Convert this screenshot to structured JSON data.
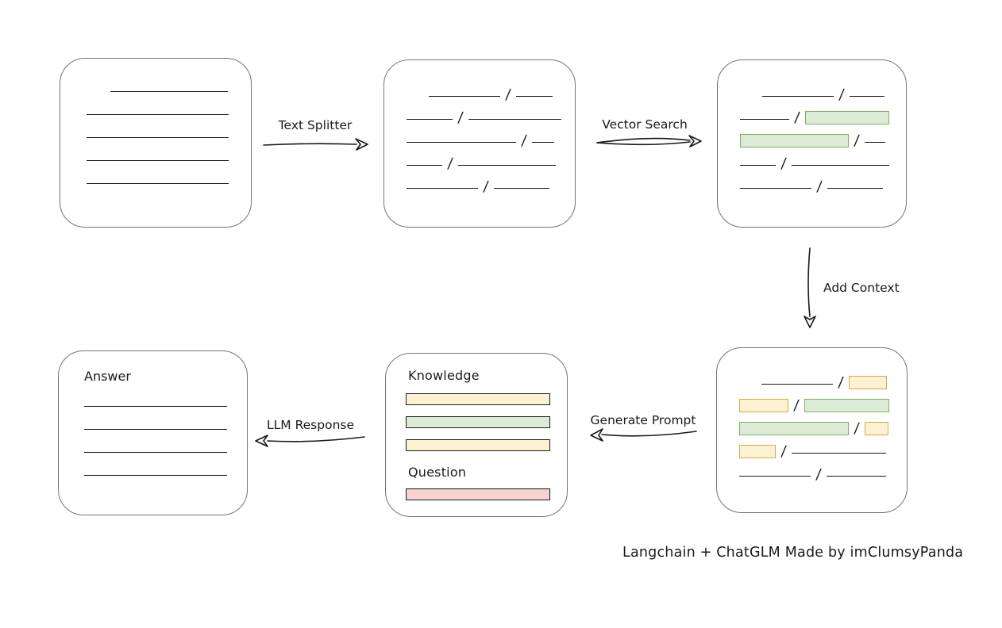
{
  "colors": {
    "ink": "#191919",
    "box_border": "#757575",
    "green_fill": "#dcebd5",
    "green_stroke": "#7fae62",
    "yellow_fill": "#fcf2d2",
    "yellow_stroke": "#d8aa47",
    "red_fill": "#f6d2d0",
    "red_stroke": "#bd5a56"
  },
  "flow_labels": {
    "text_splitter": "Text Splitter",
    "vector_search": "Vector Search",
    "add_context": "Add Context",
    "generate_prompt": "Generate Prompt",
    "llm_response": "LLM Response"
  },
  "caption": "Langchain + ChatGLM Made by imClumsyPanda",
  "boxes": {
    "document": {
      "rows": [
        [
          {
            "kind": "indent",
            "w": 30
          },
          {
            "kind": "line",
            "w": 148
          }
        ],
        [
          {
            "kind": "line",
            "w": 179
          }
        ],
        [
          {
            "kind": "line",
            "w": 179
          }
        ],
        [
          {
            "kind": "line",
            "w": 179
          }
        ],
        [
          {
            "kind": "line",
            "w": 179
          }
        ]
      ]
    },
    "split_text": {
      "rows": [
        [
          {
            "kind": "indent",
            "w": 28
          },
          {
            "kind": "line",
            "w": 90
          },
          {
            "kind": "slash"
          },
          {
            "kind": "line",
            "w": 46
          }
        ],
        [
          {
            "kind": "line",
            "w": 58
          },
          {
            "kind": "slash"
          },
          {
            "kind": "line",
            "w": 117
          }
        ],
        [
          {
            "kind": "line",
            "w": 138
          },
          {
            "kind": "slash"
          },
          {
            "kind": "line",
            "w": 28
          }
        ],
        [
          {
            "kind": "line",
            "w": 45
          },
          {
            "kind": "slash"
          },
          {
            "kind": "line",
            "w": 123
          }
        ],
        [
          {
            "kind": "line",
            "w": 90
          },
          {
            "kind": "slash"
          },
          {
            "kind": "line",
            "w": 70
          }
        ]
      ]
    },
    "vector_matches": {
      "rows": [
        [
          {
            "kind": "indent",
            "w": 28
          },
          {
            "kind": "line",
            "w": 90
          },
          {
            "kind": "slash"
          },
          {
            "kind": "line",
            "w": 44
          }
        ],
        [
          {
            "kind": "line",
            "w": 62
          },
          {
            "kind": "slash"
          },
          {
            "kind": "chunk",
            "color": "green",
            "w": 106
          }
        ],
        [
          {
            "kind": "chunk",
            "color": "green",
            "w": 137
          },
          {
            "kind": "slash"
          },
          {
            "kind": "line",
            "w": 26
          }
        ],
        [
          {
            "kind": "line",
            "w": 45
          },
          {
            "kind": "slash"
          },
          {
            "kind": "line",
            "w": 123
          }
        ],
        [
          {
            "kind": "line",
            "w": 90
          },
          {
            "kind": "slash"
          },
          {
            "kind": "line",
            "w": 70
          }
        ]
      ]
    },
    "context_chunks": {
      "rows": [
        [
          {
            "kind": "indent",
            "w": 28
          },
          {
            "kind": "line",
            "w": 90
          },
          {
            "kind": "slash"
          },
          {
            "kind": "chunk",
            "color": "yellow",
            "w": 48
          }
        ],
        [
          {
            "kind": "chunk",
            "color": "yellow",
            "w": 62
          },
          {
            "kind": "slash"
          },
          {
            "kind": "chunk",
            "color": "green",
            "w": 107
          }
        ],
        [
          {
            "kind": "chunk",
            "color": "green",
            "w": 138
          },
          {
            "kind": "slash"
          },
          {
            "kind": "chunk",
            "color": "yellow",
            "w": 30
          }
        ],
        [
          {
            "kind": "chunk",
            "color": "yellow",
            "w": 46
          },
          {
            "kind": "slash"
          },
          {
            "kind": "line",
            "w": 119
          }
        ],
        [
          {
            "kind": "line",
            "w": 90
          },
          {
            "kind": "slash"
          },
          {
            "kind": "line",
            "w": 75
          }
        ]
      ]
    },
    "prompt": {
      "knowledge_label": "Knowledge",
      "question_label": "Question",
      "knowledge_bars": [
        "yellow",
        "green",
        "yellow"
      ],
      "question_bars": [
        "red"
      ]
    },
    "answer": {
      "label": "Answer",
      "rows": [
        [
          {
            "kind": "line",
            "w": 180
          }
        ],
        [
          {
            "kind": "line",
            "w": 180
          }
        ],
        [
          {
            "kind": "line",
            "w": 180
          }
        ],
        [
          {
            "kind": "line",
            "w": 180
          }
        ]
      ]
    }
  }
}
